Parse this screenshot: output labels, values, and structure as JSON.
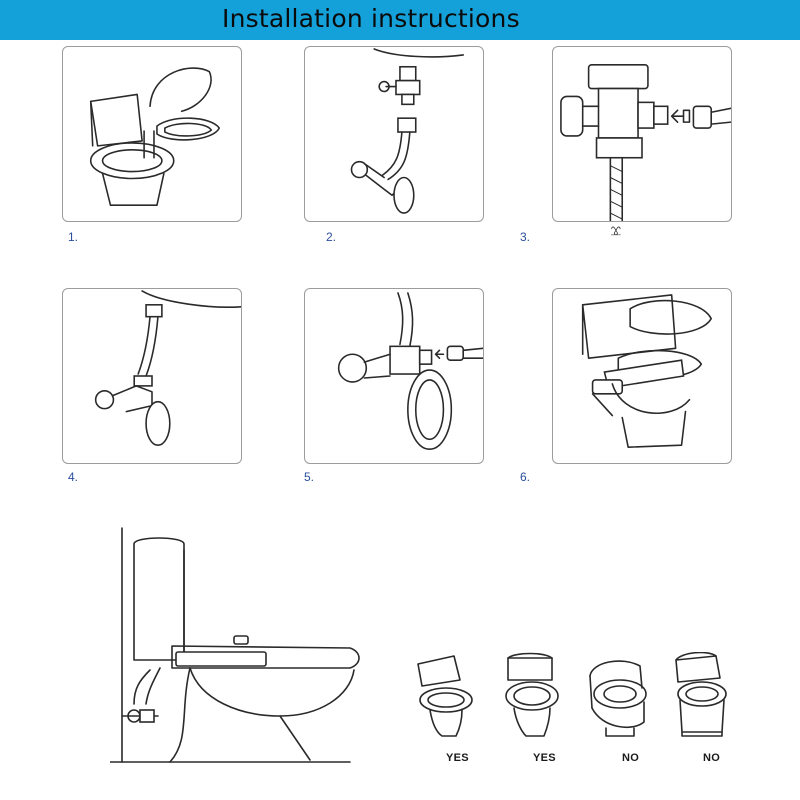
{
  "header": {
    "title": "Installation instructions",
    "background_color": "#14a0d8"
  },
  "steps": [
    {
      "label": "1.",
      "illustration": "toilet-with-bidet-seat-attachment"
    },
    {
      "label": "2.",
      "illustration": "tee-valve-and-flex-hose"
    },
    {
      "label": "3.",
      "illustration": "tee-valve-inlet-connection"
    },
    {
      "label": "4.",
      "illustration": "hose-connected-to-angle-valve"
    },
    {
      "label": "5.",
      "illustration": "supply-line-to-tee-valve"
    },
    {
      "label": "6.",
      "illustration": "bidet-mounted-under-seat"
    }
  ],
  "compatibility": {
    "items": [
      {
        "label": "YES",
        "shape": "two-piece-toilet"
      },
      {
        "label": "YES",
        "shape": "elongated-two-piece-toilet"
      },
      {
        "label": "NO",
        "shape": "one-piece-toilet"
      },
      {
        "label": "NO",
        "shape": "skirted-toilet"
      }
    ]
  },
  "colors": {
    "accent": "#14a0d8",
    "step_label": "#2a4f9c",
    "line_art": "#2a2a2a"
  }
}
